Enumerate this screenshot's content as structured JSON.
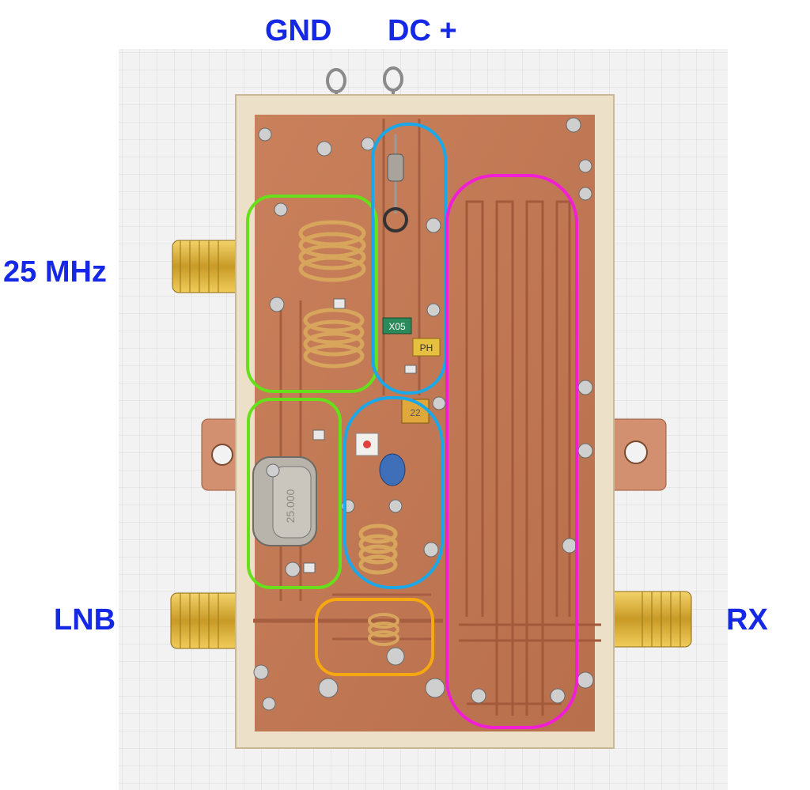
{
  "labels": {
    "gnd": "GND",
    "dc_plus": "DC +",
    "osc_freq": "25 MHz",
    "lnb": "LNB",
    "rx": "RX"
  },
  "colors": {
    "label_blue": "#1428e6",
    "outline_green": "#66e01a",
    "outline_cyan": "#1aa8e8",
    "outline_magenta": "#f21ed6",
    "outline_orange": "#f5a80f",
    "copper": "#c8805a",
    "box_frame": "#ede2cc",
    "connector_gold": "#e0b234",
    "grid_paper": "#f1f1f1"
  },
  "component_markings": {
    "smd_diode": "X05",
    "tantalum_cap": "PH",
    "tantalum_cap_2": "22",
    "crystal": "25.000"
  }
}
